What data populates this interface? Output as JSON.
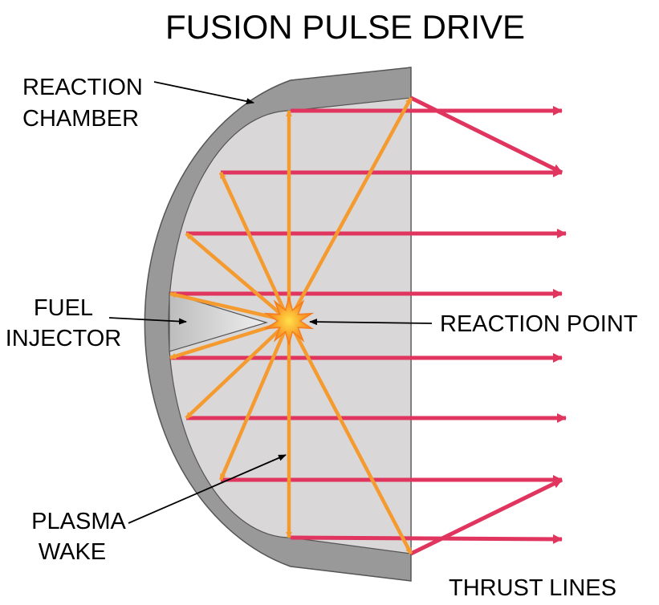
{
  "title": "FUSION PULSE DRIVE",
  "labels": {
    "reaction_chamber_line1": "REACTION",
    "reaction_chamber_line2": "CHAMBER",
    "fuel_injector_line1": "FUEL",
    "fuel_injector_line2": "INJECTOR",
    "reaction_point": "REACTION POINT",
    "plasma_wake_line1": "PLASMA",
    "plasma_wake_line2": "WAKE",
    "thrust_lines": "THRUST LINES"
  },
  "colors": {
    "chamber_shell": "#999999",
    "chamber_interior": "#d9d7d7",
    "thrust_line": "#e0355e",
    "plasma_ray": "#f59a2e",
    "burst_outer": "#f57d1f",
    "burst_inner": "#ffe14a"
  }
}
